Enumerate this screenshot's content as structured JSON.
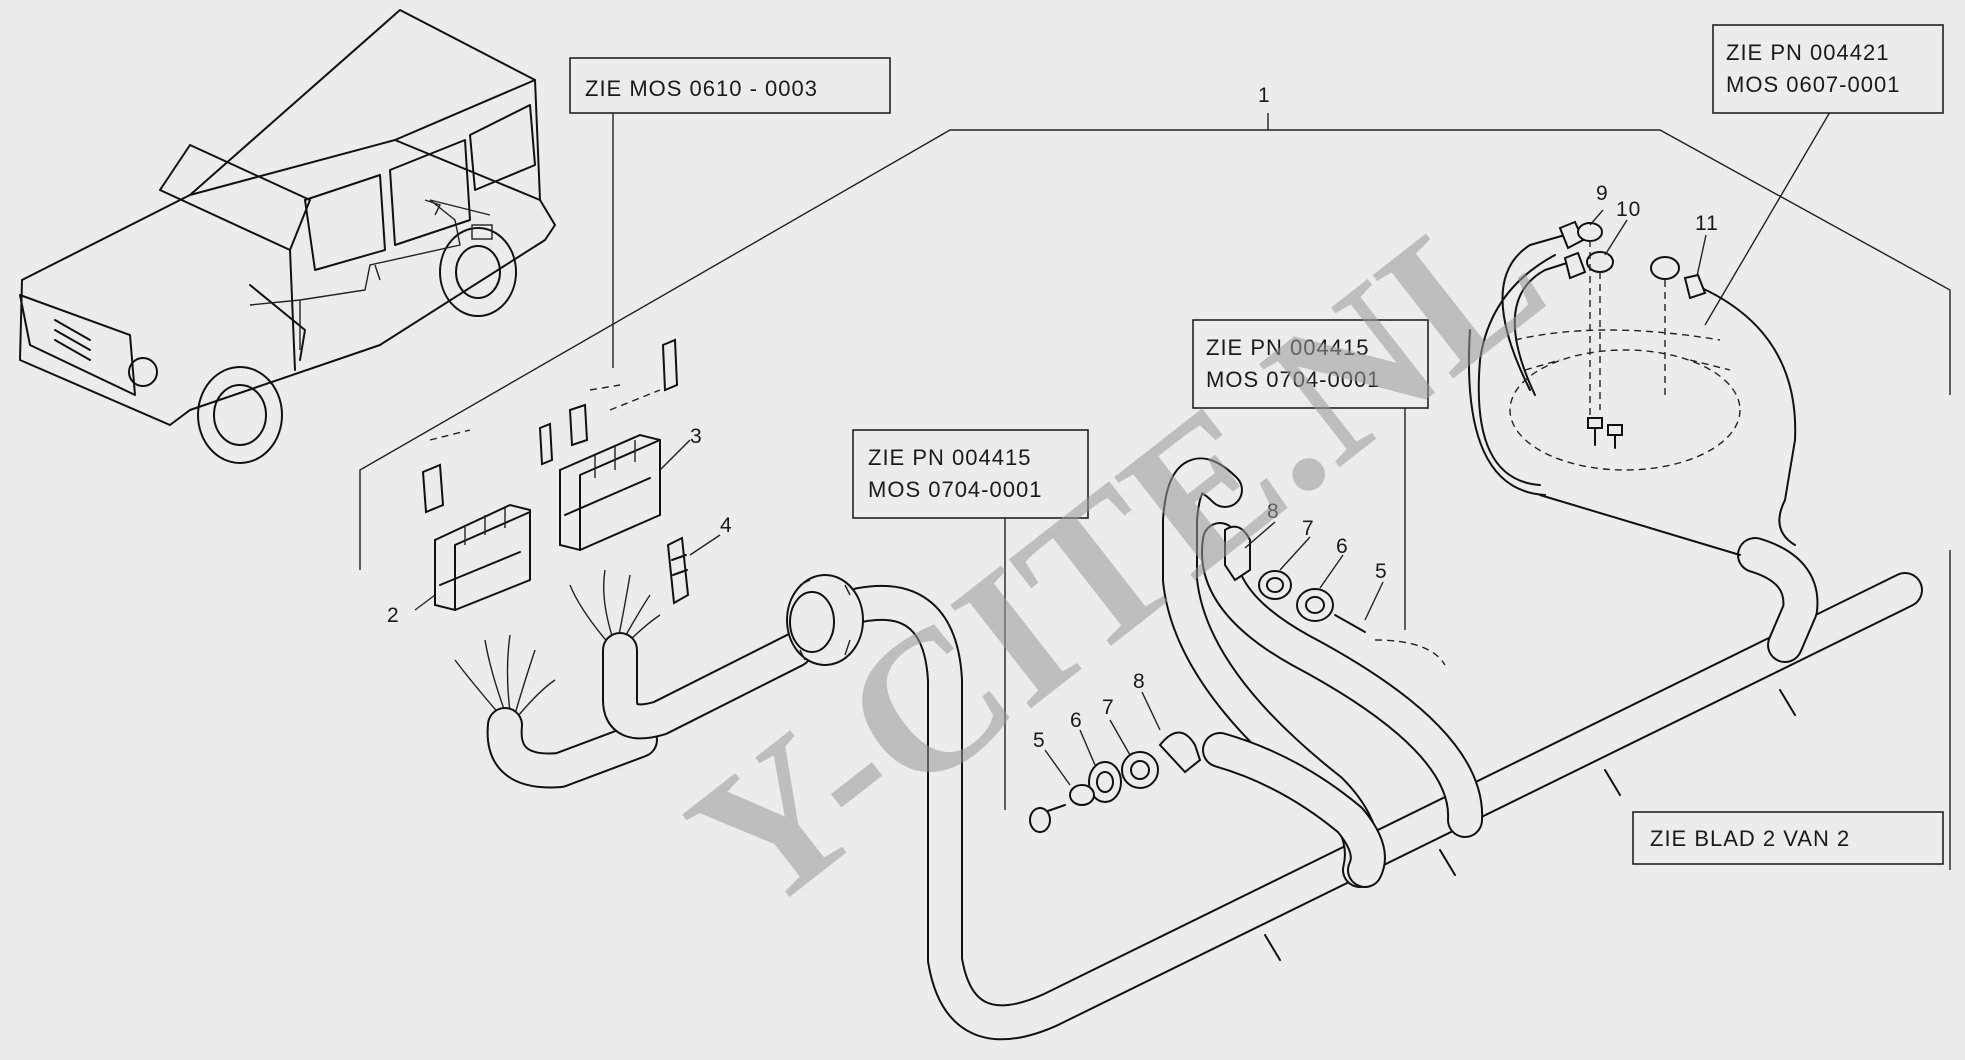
{
  "boxes": {
    "mos_0610": "ZIE MOS  0610 - 0003",
    "pn_004415_a_l1": "ZIE PN 004415",
    "pn_004415_a_l2": "MOS 0704-0001",
    "pn_004415_b_l1": "ZIE  PN 004415",
    "pn_004415_b_l2": "MOS 0704-0001",
    "pn_004421_l1": "ZIE PN  004421",
    "pn_004421_l2": "MOS 0607-0001",
    "blad": "ZIE BLAD 2 VAN 2"
  },
  "callouts": {
    "c1": "1",
    "c2": "2",
    "c3": "3",
    "c4": "4",
    "c5a": "5",
    "c6a": "6",
    "c7a": "7",
    "c8a": "8",
    "c5b": "5",
    "c6b": "6",
    "c7b": "7",
    "c8b": "8",
    "c9": "9",
    "c10": "10",
    "c11": "11"
  },
  "watermark": "Y-CITE.NL"
}
